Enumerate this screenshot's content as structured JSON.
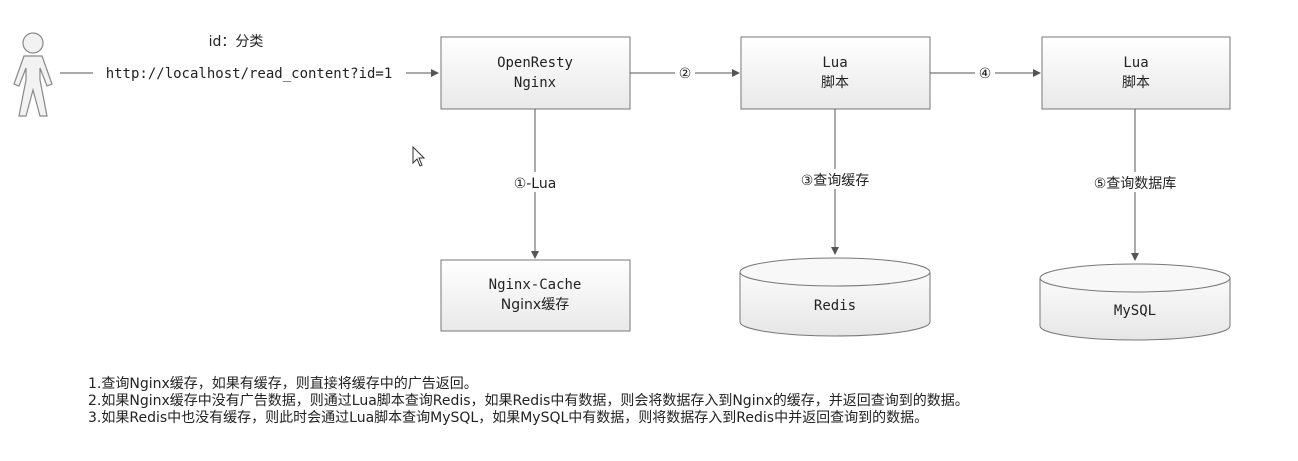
{
  "actor": {
    "label_top": "id：分类",
    "request_url": "http://localhost/read_content?id=1"
  },
  "nodes": {
    "openresty": {
      "line1": "OpenResty",
      "line2": "Nginx"
    },
    "lua1": {
      "line1": "Lua",
      "line2": "脚本"
    },
    "lua2": {
      "line1": "Lua",
      "line2": "脚本"
    },
    "nginx_cache": {
      "line1": "Nginx-Cache",
      "line2": "Nginx缓存"
    },
    "redis": {
      "label": "Redis"
    },
    "mysql": {
      "label": "MySQL"
    }
  },
  "edges": {
    "step1": "①-Lua",
    "step2": "②",
    "step3": "③查询缓存",
    "step4": "④",
    "step5": "⑤查询数据库"
  },
  "notes": [
    "1.查询Nginx缓存，如果有缓存，则直接将缓存中的广告返回。",
    "2.如果Nginx缓存中没有广告数据，则通过Lua脚本查询Redis，如果Redis中有数据，则会将数据存入到Nginx的缓存，并返回查询到的数据。",
    "3.如果Redis中也没有缓存，则此时会通过Lua脚本查询MySQL，如果MySQL中有数据，则将数据存入到Redis中并返回查询到的数据。"
  ]
}
